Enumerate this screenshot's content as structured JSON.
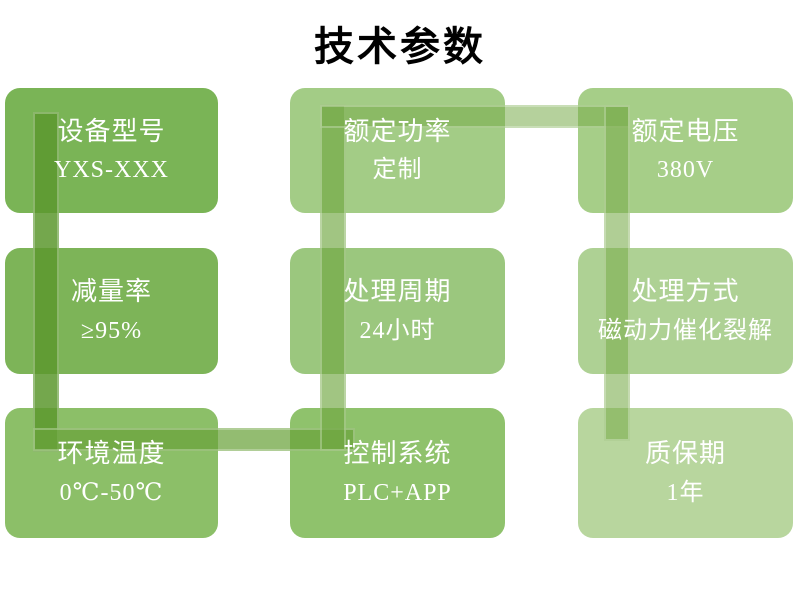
{
  "title": "技术参数",
  "colors": {
    "background": "#ffffff",
    "title_text": "#000000",
    "box_text": "#ffffff"
  },
  "boxes": [
    {
      "label": "设备型号",
      "value": "YXS-XXX",
      "color": "#7ab456"
    },
    {
      "label": "额定功率",
      "value": "定制",
      "color": "#a3cc86"
    },
    {
      "label": "额定电压",
      "value": "380V",
      "color": "#a6ce88"
    },
    {
      "label": "减量率",
      "value": "≥95%",
      "color": "#7db458"
    },
    {
      "label": "处理周期",
      "value": "24小时",
      "color": "#9bc77e"
    },
    {
      "label": "处理方式",
      "value": "磁动力催化裂解",
      "color": "#aed194"
    },
    {
      "label": "环境温度",
      "value": "0℃-50℃",
      "color": "#8cbf68"
    },
    {
      "label": "控制系统",
      "value": "PLC+APP",
      "color": "#8fc26c"
    },
    {
      "label": "质保期",
      "value": "1年",
      "color": "#b8d69e"
    }
  ],
  "connector": {
    "segments": [
      {
        "id": "left-vertical",
        "color": "rgba(92,152,46,0.85)"
      },
      {
        "id": "bottom-horizontal",
        "color": "rgba(105,162,58,0.72)"
      },
      {
        "id": "middle-vertical",
        "color": "rgba(112,167,66,0.66)"
      },
      {
        "id": "top-horizontal",
        "color": "rgba(120,172,74,0.55)"
      },
      {
        "id": "right-vertical",
        "color": "rgba(124,174,78,0.60)"
      }
    ]
  }
}
